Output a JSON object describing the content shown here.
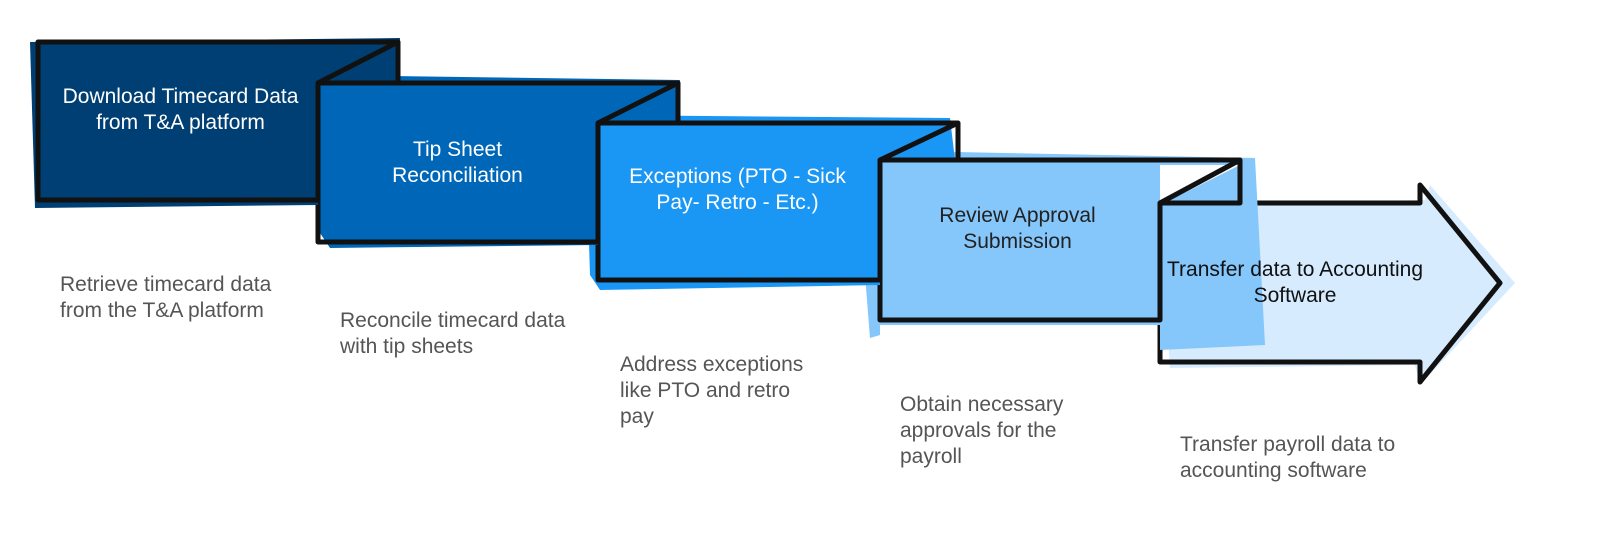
{
  "steps": [
    {
      "title": "Download Timecard Data from T&A platform",
      "description": "Retrieve timecard data from the T&A platform",
      "fill": "#003f73",
      "text_color": "#ffffff"
    },
    {
      "title": "Tip Sheet Reconciliation",
      "description": "Reconcile timecard data with tip sheets",
      "fill": "#0067b8",
      "text_color": "#ffffff"
    },
    {
      "title": "Exceptions (PTO - Sick Pay- Retro - Etc.)",
      "description": "Address exceptions like PTO and retro pay",
      "fill": "#1a96f5",
      "text_color": "#ffffff"
    },
    {
      "title": "Review Approval Submission",
      "description": "Obtain necessary approvals for the payroll",
      "fill": "#85c6fb",
      "text_color": "#222222"
    },
    {
      "title": "Transfer data to Accounting Software",
      "description": "Transfer payroll data to accounting software",
      "fill": "#d6ebfd",
      "text_color": "#111111"
    }
  ],
  "colors": {
    "outline": "#111111",
    "description_text": "#555555"
  }
}
